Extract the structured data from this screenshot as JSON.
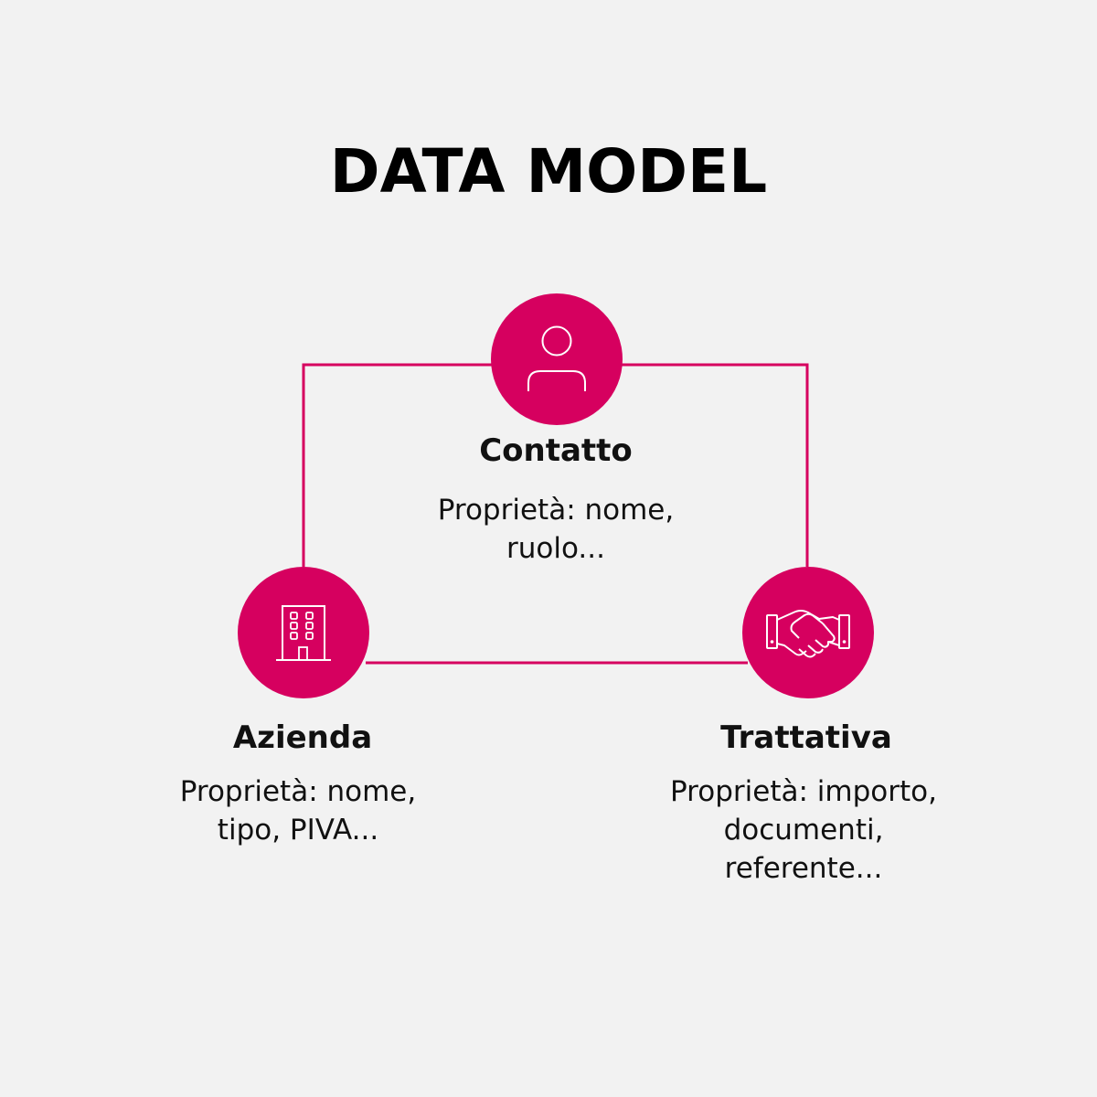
{
  "title": "DATA MODEL",
  "colors": {
    "accent": "#d6005f",
    "background": "#f2f2f2",
    "text": "#111111"
  },
  "nodes": {
    "contatto": {
      "icon": "person-icon",
      "name": "Contatto",
      "props": [
        "Proprietà: nome,",
        "ruolo..."
      ]
    },
    "azienda": {
      "icon": "building-icon",
      "name": "Azienda",
      "props": [
        "Proprietà: nome,",
        "tipo, PIVA..."
      ]
    },
    "trattativa": {
      "icon": "handshake-icon",
      "name": "Trattativa",
      "props": [
        "Proprietà: importo,",
        "documenti,",
        "referente..."
      ]
    }
  }
}
